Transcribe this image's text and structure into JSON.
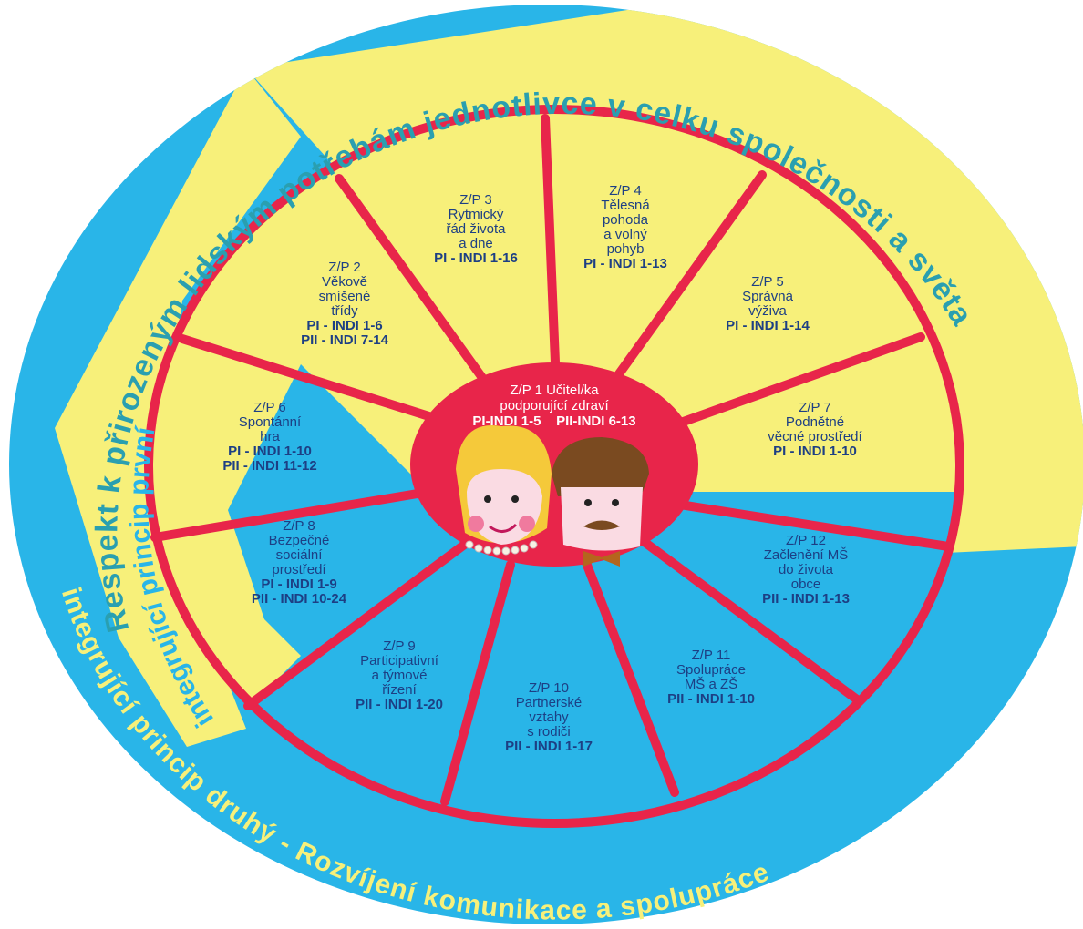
{
  "colors": {
    "yellow": "#f7f07a",
    "blue": "#29b5e8",
    "red": "#e8254a",
    "text_blue": "#1d3f84",
    "ring_text_teal": "#2a9fb0"
  },
  "outer_ring": {
    "top_label": "Respekt k přirozeným lidským potřebám jednotlivce v celku společnosti a světa",
    "left_label": "integrující princip první -",
    "bottom_label": "integrující princip druhý - Rozvíjení komunikace a spolupráce"
  },
  "center": {
    "title_line1": "Z/P 1 Učitel/ka",
    "title_line2": "podporující zdraví",
    "indi1": "PI-INDI 1-5",
    "indi2": "PII-INDI 6-13"
  },
  "segments": [
    {
      "id": "2",
      "lines": [
        "Z/P 2",
        "Věkově",
        "smíšené",
        "třídy"
      ],
      "bold": [
        "PI - INDI 1-6",
        "PII - INDI 7-14"
      ]
    },
    {
      "id": "3",
      "lines": [
        "Z/P 3",
        "Rytmický",
        "řád života",
        "a dne"
      ],
      "bold": [
        "PI - INDI 1-16"
      ]
    },
    {
      "id": "4",
      "lines": [
        "Z/P 4",
        "Tělesná",
        "pohoda",
        "a volný",
        "pohyb"
      ],
      "bold": [
        "PI - INDI 1-13"
      ]
    },
    {
      "id": "5",
      "lines": [
        "Z/P 5",
        "Správná",
        "výživa"
      ],
      "bold": [
        "PI - INDI 1-14"
      ]
    },
    {
      "id": "7",
      "lines": [
        "Z/P 7",
        "Podnětné",
        "věcné prostředí"
      ],
      "bold": [
        "PI - INDI 1-10"
      ]
    },
    {
      "id": "12",
      "lines": [
        "Z/P 12",
        "Začlenění MŠ",
        "do života",
        "obce"
      ],
      "bold": [
        "PII - INDI 1-13"
      ]
    },
    {
      "id": "11",
      "lines": [
        "Z/P 11",
        "Spolupráce",
        "MŠ a ZŠ"
      ],
      "bold": [
        "PII - INDI 1-10"
      ]
    },
    {
      "id": "10",
      "lines": [
        "Z/P 10",
        "Partnerské",
        "vztahy",
        "s rodiči"
      ],
      "bold": [
        "PII - INDI 1-17"
      ]
    },
    {
      "id": "9",
      "lines": [
        "Z/P 9",
        "Participativní",
        "a týmové",
        "řízení"
      ],
      "bold": [
        "PII - INDI 1-20"
      ]
    },
    {
      "id": "8",
      "lines": [
        "Z/P 8",
        "Bezpečné",
        "sociální",
        "prostředí"
      ],
      "bold": [
        "PI - INDI 1-9",
        "PII - INDI 10-24"
      ]
    },
    {
      "id": "6",
      "lines": [
        "Z/P 6",
        "Spontánní",
        "hra"
      ],
      "bold": [
        "PI - INDI 1-10",
        "PII - INDI 11-12"
      ]
    }
  ]
}
